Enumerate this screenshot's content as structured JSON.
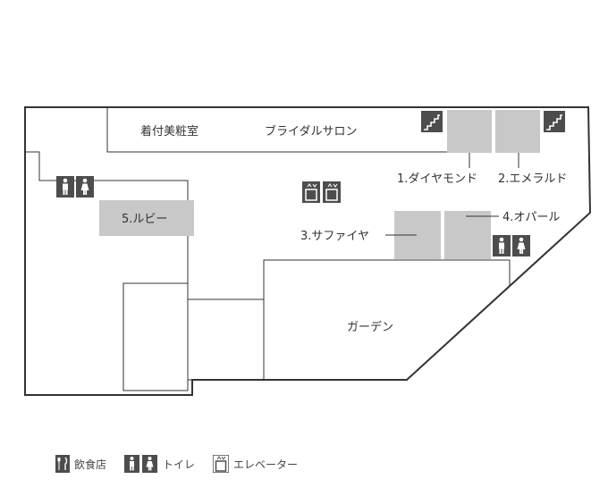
{
  "map": {
    "rooms": {
      "dressing": "着付美粧室",
      "salon": "ブライダルサロン",
      "diamond": "1.ダイヤモンド",
      "emerald": "2.エメラルド",
      "sapphire": "3.サファイヤ",
      "opal": "4.オパール",
      "ruby": "5.ルビー",
      "garden": "ガーデン"
    },
    "icons": {
      "stairs": "stairs-icon",
      "restroom": "restroom-icon",
      "elevator": "elevator-icon",
      "restaurant": "restaurant-icon"
    },
    "colors": {
      "room_fill": "#c8c8c8",
      "icon_fill": "#4d4d4d",
      "wall": "#333333"
    }
  },
  "legend": {
    "restaurant": "飲食店",
    "restroom": "トイレ",
    "elevator": "エレベーター"
  }
}
